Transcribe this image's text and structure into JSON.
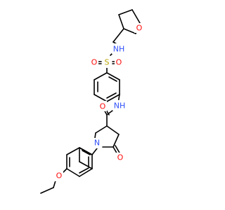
{
  "molecule": {
    "atom_labels": [
      {
        "id": "o_thf",
        "text": "O",
        "color": "#ff0d0d"
      },
      {
        "id": "nh_sulfonamide",
        "text": "NH",
        "color": "#3050f8"
      },
      {
        "id": "s",
        "text": "S",
        "color": "#b8a400"
      },
      {
        "id": "o_s_left",
        "text": "O",
        "color": "#ff0d0d"
      },
      {
        "id": "o_s_right",
        "text": "O",
        "color": "#ff0d0d"
      },
      {
        "id": "nh_amide",
        "text": "NH",
        "color": "#3050f8"
      },
      {
        "id": "o_amide",
        "text": "O",
        "color": "#ff0d0d"
      },
      {
        "id": "n_ring",
        "text": "N",
        "color": "#3050f8"
      },
      {
        "id": "o_lactam",
        "text": "O",
        "color": "#ff0d0d"
      },
      {
        "id": "o_ether",
        "text": "O",
        "color": "#ff0d0d"
      }
    ]
  }
}
